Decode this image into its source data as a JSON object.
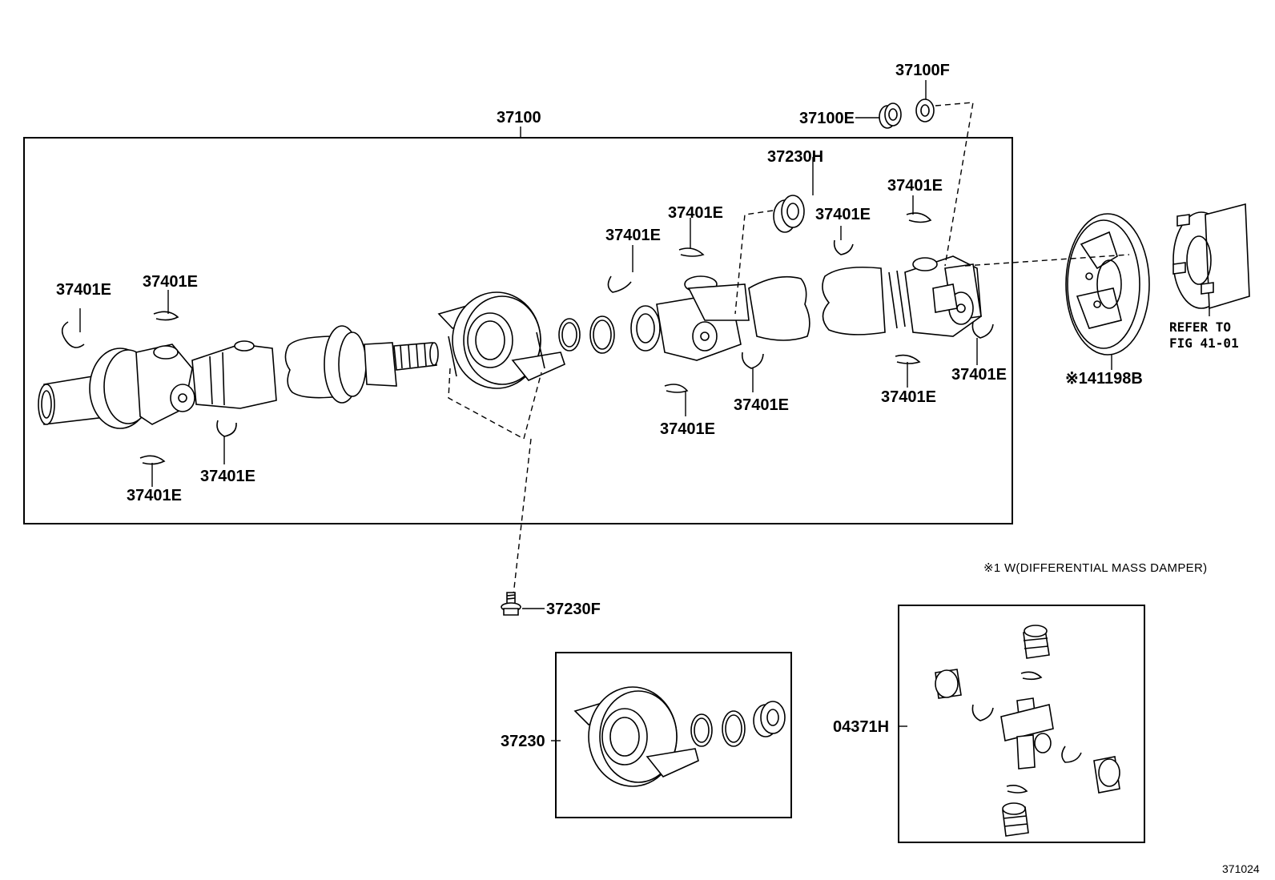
{
  "labels": {
    "assy": "37100",
    "nut_e": "37100E",
    "washer_f": "37100F",
    "cushion_h": "37230H",
    "snap_ring": "37401E",
    "bolt": "37230F",
    "bearing_assy": "37230",
    "spider_kit": "04371H",
    "damper": "※141198B",
    "refer_line1": "REFER TO",
    "refer_line2": "FIG 41-01",
    "footnote": "※1 W(DIFFERENTIAL MASS DAMPER)",
    "figure_number": "371024"
  },
  "parts": [
    {
      "id": "37100",
      "kind": "propeller-shaft-assembly"
    },
    {
      "id": "37100E",
      "kind": "nut"
    },
    {
      "id": "37100F",
      "kind": "washer"
    },
    {
      "id": "37230H",
      "kind": "cushion"
    },
    {
      "id": "37401E",
      "kind": "snap-ring"
    },
    {
      "id": "37230F",
      "kind": "bolt"
    },
    {
      "id": "37230",
      "kind": "center-support-bearing"
    },
    {
      "id": "04371H",
      "kind": "universal-joint-spider-kit"
    },
    {
      "id": "41198B",
      "kind": "differential-mass-damper"
    }
  ]
}
